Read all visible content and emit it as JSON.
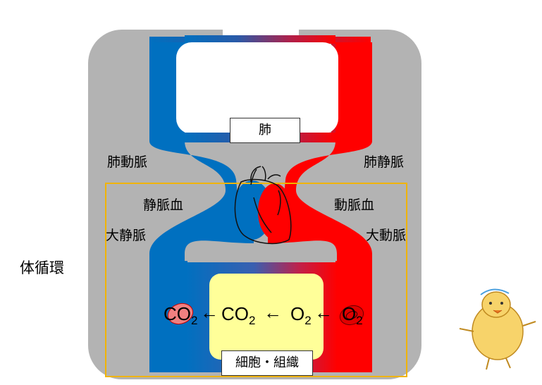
{
  "labels": {
    "lung": "肺",
    "pulmonary_artery": "肺動脈",
    "pulmonary_vein": "肺静脈",
    "venous_blood": "静脈血",
    "arterial_blood": "動脈血",
    "vena_cava": "大静脈",
    "aorta": "大動脈",
    "systemic_circulation": "体循環",
    "cells_tissue": "細胞・組織"
  },
  "chem": {
    "co2_a": "CO",
    "co2_a_sub": "2",
    "co2_b": "CO",
    "co2_b_sub": "2",
    "o2_a": "O",
    "o2_a_sub": "2",
    "o2_b": "O",
    "o2_b_sub": "2",
    "arrow": "←"
  },
  "colors": {
    "vein_blue": "#0070c0",
    "artery_red": "#ff0000",
    "body_gray": "#b3b3b3",
    "cell_yellow": "#ffff99",
    "highlight_frame": "#f0b400",
    "blood_cell_pink": "#f08080"
  },
  "icons": [
    "heart-outline-icon",
    "chick-illustration"
  ]
}
